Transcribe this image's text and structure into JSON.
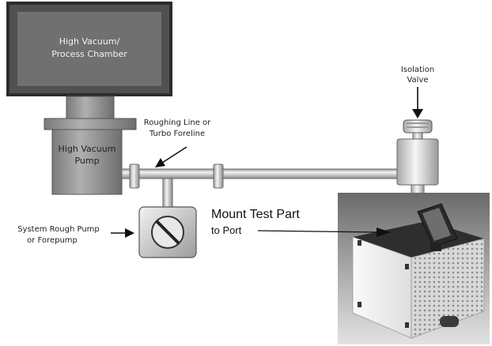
{
  "labels": {
    "chamber_line1": "High Vacuum/",
    "chamber_line2": "Process Chamber",
    "pump_line1": "High Vacuum",
    "pump_line2": "Pump",
    "roughing_line1": "Roughing Line or",
    "roughing_line2": "Turbo Foreline",
    "isolation_line1": "Isolation",
    "isolation_line2": "Valve",
    "rough_pump_line1": "System Rough Pump",
    "rough_pump_line2": "or Forepump",
    "mount_line1": "Mount Test Part",
    "mount_line2": "to Port"
  },
  "colors": {
    "chamber": "#707070",
    "pump": "#9a9a9a",
    "pipe": "#dcdcdc",
    "instrument_body": "#f0f0f0",
    "instrument_top": "#2e2e2e"
  }
}
